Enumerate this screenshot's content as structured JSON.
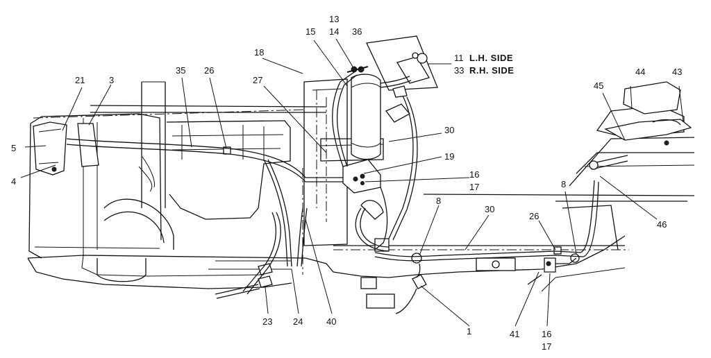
{
  "callouts": [
    {
      "id": "c13",
      "text": "13"
    },
    {
      "id": "c14",
      "text": "14"
    },
    {
      "id": "c36",
      "text": "36"
    },
    {
      "id": "c15",
      "text": "15"
    },
    {
      "id": "c18",
      "text": "18"
    },
    {
      "id": "c11",
      "text": "11"
    },
    {
      "id": "c11s",
      "text": "L.H. SIDE"
    },
    {
      "id": "c33",
      "text": "33"
    },
    {
      "id": "c33s",
      "text": "R.H. SIDE"
    },
    {
      "id": "c21",
      "text": "21"
    },
    {
      "id": "c3",
      "text": "3"
    },
    {
      "id": "c35",
      "text": "35"
    },
    {
      "id": "c26a",
      "text": "26"
    },
    {
      "id": "c27",
      "text": "27"
    },
    {
      "id": "c44",
      "text": "44"
    },
    {
      "id": "c43",
      "text": "43"
    },
    {
      "id": "c45",
      "text": "45"
    },
    {
      "id": "c30a",
      "text": "30"
    },
    {
      "id": "c5",
      "text": "5"
    },
    {
      "id": "c4",
      "text": "4"
    },
    {
      "id": "c19",
      "text": "19"
    },
    {
      "id": "c16a",
      "text": "16"
    },
    {
      "id": "c17a",
      "text": "17"
    },
    {
      "id": "c8a",
      "text": "8"
    },
    {
      "id": "c30b",
      "text": "30"
    },
    {
      "id": "c26b",
      "text": "26"
    },
    {
      "id": "c8b",
      "text": "8"
    },
    {
      "id": "c46",
      "text": "46"
    },
    {
      "id": "c23",
      "text": "23"
    },
    {
      "id": "c24",
      "text": "24"
    },
    {
      "id": "c40",
      "text": "40"
    },
    {
      "id": "c1",
      "text": "1"
    },
    {
      "id": "c41",
      "text": "41"
    },
    {
      "id": "c16b",
      "text": "16"
    },
    {
      "id": "c17b",
      "text": "17"
    }
  ]
}
